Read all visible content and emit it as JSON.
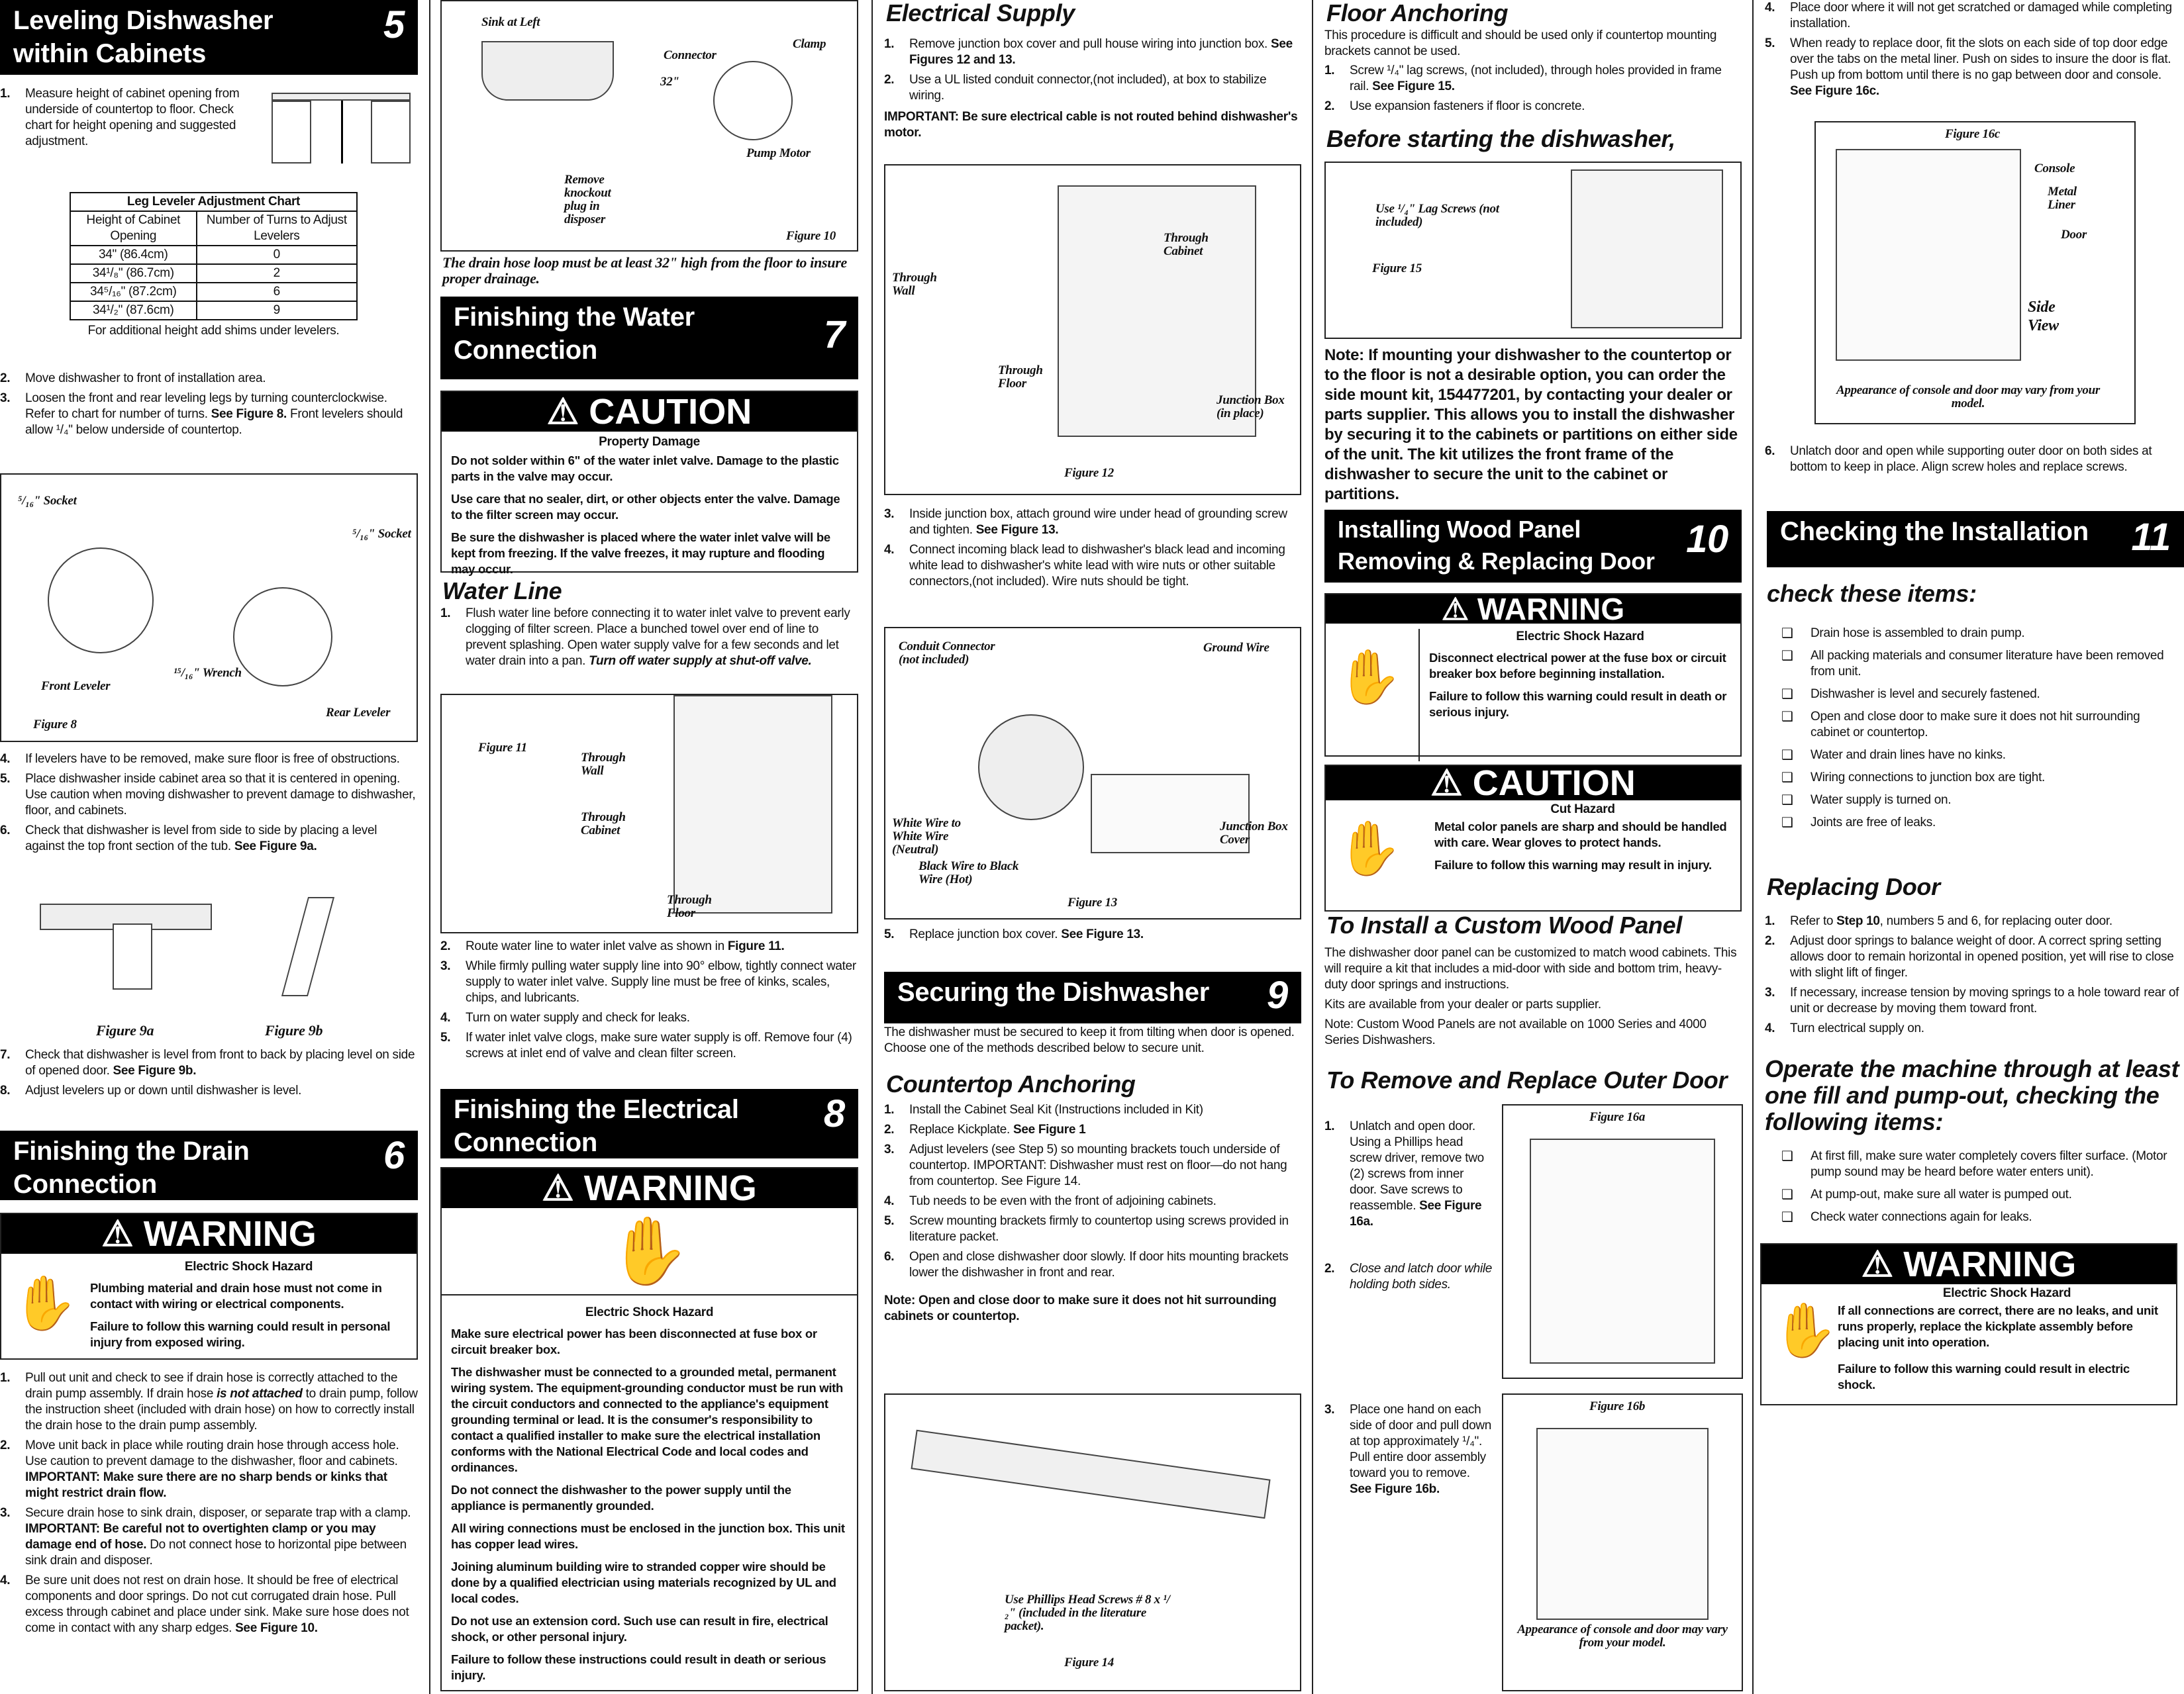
{
  "s5": {
    "title": "Leveling Dishwasher within Cabinets",
    "num": "5",
    "step1": {
      "n": "1.",
      "t": "Measure height of cabinet opening from underside of countertop to floor. Check chart for height opening and suggested adjustment."
    },
    "chart": {
      "title": "Leg Leveler Adjustment Chart",
      "col1": "Height of Cabinet Opening",
      "col2": "Number of Turns to Adjust Levelers",
      "rows": [
        [
          "34\" (86.4cm)",
          "0"
        ],
        [
          "34¹/₈\" (86.7cm)",
          "2"
        ],
        [
          "34⁵/₁₆\" (87.2cm)",
          "6"
        ],
        [
          "34¹/₂\" (87.6cm)",
          "9"
        ]
      ],
      "note": "For additional height add shims under levelers."
    },
    "stepsA": [
      {
        "n": "2.",
        "t": "Move dishwasher to front of installation area."
      },
      {
        "n": "3.",
        "t": "Loosen the front and rear leveling legs by turning counterclockwise. Refer to chart for number of turns. ",
        "b": "See Figure 8.",
        "t2": " Front levelers should allow ¹/₄\" below underside of countertop."
      }
    ],
    "fig8": {
      "l1": "⁵/₁₆\" Socket",
      "l2": "⁵/₁₆\" Socket",
      "l3": "¹⁵/₁₆\" Wrench",
      "l4": "Front Leveler",
      "l5": "Rear Leveler",
      "cap": "Figure 8"
    },
    "stepsB": [
      {
        "n": "4.",
        "t": "If levelers have to be removed, make sure floor is free of obstructions."
      },
      {
        "n": "5.",
        "t": "Place dishwasher inside cabinet area so that it is centered in opening. Use caution when moving dishwasher to prevent damage to dishwasher, floor, and cabinets."
      },
      {
        "n": "6.",
        "t": "Check that dishwasher is level from side to side by placing a level against the top front section of the tub. ",
        "b": "See Figure 9a."
      }
    ],
    "fig9a": "Figure 9a",
    "fig9b": "Figure 9b",
    "stepsC": [
      {
        "n": "7.",
        "t": "Check that dishwasher is level from front to back by placing level on side of opened door. ",
        "b": "See Figure 9b."
      },
      {
        "n": "8.",
        "t": "Adjust levelers up or down until dishwasher is level."
      }
    ]
  },
  "s6": {
    "title": "Finishing the Drain Connection",
    "num": "6",
    "warning": {
      "banner": "⚠ WARNING",
      "title": "Electric Shock Hazard",
      "p1": "Plumbing material and drain hose must not come in contact with wiring or electrical components.",
      "p2": "Failure to follow this warning could result in personal injury from exposed wiring."
    },
    "steps": [
      {
        "n": "1.",
        "t": "Pull out unit and check to see if drain hose is correctly attached to the drain pump assembly. If drain hose ",
        "b": "is not attached",
        "t2": " to drain pump, follow the instruction sheet (included with drain hose) on how to correctly install the drain hose to the drain pump assembly."
      },
      {
        "n": "2.",
        "t": "Move unit back in place while routing drain hose through access hole. Use caution to prevent damage to the dishwasher, floor and cabinets. ",
        "b": "IMPORTANT: Make sure there are no sharp bends or kinks that might restrict drain flow."
      },
      {
        "n": "3.",
        "t": "Secure drain hose to sink drain, disposer, or separate trap with a clamp. ",
        "b": "IMPORTANT:  Be careful not to overtighten clamp or you may damage end of hose.",
        "t2": " Do not connect hose to horizontal pipe between sink drain and disposer."
      },
      {
        "n": "4.",
        "t": "Be sure unit does not rest on drain hose. It should be free of electrical components and door springs. Do not cut corrugated drain hose.  Pull excess through cabinet and place under sink. Make sure hose does not come in contact with any sharp edges. ",
        "b": "See Figure 10."
      }
    ]
  },
  "fig10": {
    "l1": "Sink at Left",
    "l2": "Connector",
    "l3": "Clamp",
    "l4": "32\"",
    "l5": "Pump Motor",
    "l6": "Remove knockout plug in disposer",
    "cap": "Figure 10",
    "note": "The drain hose loop must be at least 32\" high from the floor to insure proper drainage."
  },
  "s7": {
    "title": "Finishing the Water Connection",
    "num": "7",
    "caution": {
      "banner": "⚠ CAUTION",
      "title": "Property Damage",
      "p": [
        "Do not solder within 6\" of the water inlet valve. Damage to the plastic parts in the valve may occur.",
        "Use care that no sealer, dirt, or other objects enter the valve. Damage to the filter screen may occur.",
        "Be sure the dishwasher is placed where the water inlet valve will be kept from freezing. If the valve freezes, it may rupture and flooding may occur."
      ]
    },
    "waterline": "Water Line",
    "step1": {
      "n": "1.",
      "t": "Flush water line before connecting it to water inlet valve to prevent early clogging of filter screen. Place a bunched towel over end of line to prevent splashing. Open water supply valve for a few seconds and let water drain into a pan. ",
      "b": "Turn off water supply  at shut-off valve."
    },
    "fig11": {
      "cap": "Figure 11",
      "l1": "Through Wall",
      "l2": "Through Cabinet",
      "l3": "Through Floor"
    },
    "steps": [
      {
        "n": "2.",
        "t": "Route water line to water inlet valve as shown in ",
        "b": "Figure 11."
      },
      {
        "n": "3.",
        "t": "While firmly pulling water supply line into 90° elbow, tightly connect water supply to water inlet valve. Supply line must be free of kinks, scales, chips, and lubricants."
      },
      {
        "n": "4.",
        "t": "Turn on water supply and check for leaks."
      },
      {
        "n": "5.",
        "t": "If water inlet valve clogs, make sure water supply is off. Remove four (4) screws at inlet end of valve and clean filter screen."
      }
    ]
  },
  "s8": {
    "title": "Finishing the Electrical Connection",
    "num": "8",
    "warning": {
      "banner": "⚠ WARNING",
      "title": "Electric Shock Hazard",
      "p": [
        "Make sure electrical power has been disconnected at fuse box or circuit breaker box.",
        "The dishwasher must be connected to a grounded metal, permanent wiring system. The equipment-grounding conductor must be run with the circuit conductors and connected to the appliance's equipment grounding terminal or lead. It is the consumer's responsibility to contact a qualified installer to make sure the electrical installation conforms with the National Electrical Code and local codes and ordinances.",
        "Do not connect the dishwasher to the power supply until the appliance is permanently grounded.",
        "All wiring connections must be enclosed in the junction box. This unit has copper lead wires.",
        "Joining aluminum building wire to stranded copper wire should be done by a qualified electrician using materials recognized by UL and local codes.",
        "Do not use an extension cord. Such use can result in fire, electrical shock, or other personal injury.",
        "Failure to follow these instructions could result in death or serious injury."
      ]
    }
  },
  "elec": {
    "title": "Electrical Supply",
    "steps": [
      {
        "n": "1.",
        "t": "Remove junction box cover and pull house wiring into junction box. ",
        "b": "See Figures 12 and 13."
      },
      {
        "n": "2.",
        "t": "Use a UL listed conduit connector,(not included), at box to stabilize wiring."
      }
    ],
    "important": "IMPORTANT:  Be sure electrical cable is not routed behind dishwasher's motor.",
    "fig12": {
      "l1": "Through Wall",
      "l2": "Through Cabinet",
      "l3": "Through Floor",
      "l4": "Junction Box (in place)",
      "cap": "Figure 12"
    },
    "steps2": [
      {
        "n": "3.",
        "t": "Inside junction box, attach ground wire under head of grounding screw and tighten. ",
        "b": "See Figure 13."
      },
      {
        "n": "4.",
        "t": "Connect incoming black lead to dishwasher's black lead and incoming white lead to dishwasher's white lead with wire nuts or other suitable connectors,(not included). Wire nuts should be tight."
      }
    ],
    "fig13": {
      "l1": "Conduit Connector (not included)",
      "l2": "Ground Wire",
      "l3": "White Wire to White Wire (Neutral)",
      "l4": "Black Wire to Black Wire (Hot)",
      "l5": "Junction Box Cover",
      "cap": "Figure 13"
    },
    "step5": {
      "n": "5.",
      "t": "Replace junction box cover. ",
      "b": "See Figure 13."
    }
  },
  "s9": {
    "title": "Securing the Dishwasher",
    "num": "9",
    "p": "The dishwasher must be secured to keep it from tilting when door is opened. Choose one of the methods described below to secure unit.",
    "counter": "Countertop Anchoring",
    "steps": [
      {
        "n": "1.",
        "t": "Install the Cabinet Seal Kit (Instructions included in Kit)"
      },
      {
        "n": "2.",
        "t": "Replace Kickplate. ",
        "b": "See Figure 1"
      },
      {
        "n": "3.",
        "t": "Adjust levelers (see Step 5)  so mounting brackets touch underside of countertop. IMPORTANT: Dishwasher must rest on floor—do not hang from countertop. See Figure 14."
      },
      {
        "n": "4.",
        "t": "Tub needs to be even with the front of adjoining cabinets."
      },
      {
        "n": "5.",
        "t": "Screw mounting brackets firmly to countertop using screws provided in literature packet."
      },
      {
        "n": "6.",
        "t": "Open and close dishwasher door slowly. If door hits mounting brackets lower the dishwasher in front and rear."
      }
    ],
    "note": "Note:   Open and close door to make sure it does not hit surrounding cabinets or countertop.",
    "fig14": {
      "l1": "Use Phillips Head Screws # 8 x ¹/₂\" (included in the literature packet).",
      "cap": "Figure 14"
    }
  },
  "floor": {
    "title": "Floor Anchoring",
    "p": "This procedure is difficult and should be used only if countertop mounting brackets cannot be used.",
    "steps": [
      {
        "n": "1.",
        "t": "Screw ¹/₄\" lag screws, (not included), through holes provided in frame rail. ",
        "b": "See Figure 15."
      },
      {
        "n": "2.",
        "t": "Use expansion fasteners if floor is concrete."
      }
    ],
    "before": "Before starting the dishwasher,",
    "fig15": {
      "l1": "Use ¹/₄\" Lag Screws (not included)",
      "cap": "Figure 15"
    },
    "note": "Note:  If mounting your dishwasher to the countertop or to the floor is not a desirable option, you can order the side mount kit, 154477201, by contacting your dealer or parts supplier.  This allows you to install the dishwasher by securing it to the cabinets or partitions on either side of the unit.  The kit utilizes the front frame of the dishwasher to secure the unit to the cabinet or partitions."
  },
  "s10": {
    "title": "Installing Wood Panel Removing & Replacing Door",
    "num": "10",
    "warning": {
      "banner": "⚠ WARNING",
      "title": "Electric Shock Hazard",
      "p1": "Disconnect electrical power at the fuse box or circuit breaker box before beginning installation.",
      "p2": "Failure to follow this warning could result in death or serious injury."
    },
    "caution": {
      "banner": "⚠ CAUTION",
      "title": "Cut Hazard",
      "p1": "Metal color panels are sharp and should be handled with care. Wear gloves to protect hands.",
      "p2": "Failure to follow this warning may result in injury."
    },
    "custom": "To Install a Custom Wood Panel",
    "cp": [
      "The dishwasher door panel can be customized to match wood cabinets. This will require a kit that includes a mid-door with side and bottom trim, heavy-duty door springs and instructions.",
      "Kits are available from your dealer or parts supplier.",
      "Note:  Custom Wood Panels are not available on 1000 Series and 4000 Series Dishwashers."
    ],
    "remove": "To Remove and Replace Outer Door",
    "r1": {
      "n": "1.",
      "t": "Unlatch and open door. Using a Phillips head screw driver, remove two (2) screws from inner door. Save screws to reassemble. ",
      "b": "See Figure 16a."
    },
    "r2": {
      "n": "2.",
      "t": "Close and latch door while holding both sides."
    },
    "r3": {
      "n": "3.",
      "t": "Place one hand on each side of door and pull down at top approximately ¹/₄\". Pull entire door assembly toward you to remove. ",
      "b": "See Figure 16b."
    },
    "fig16a": "Figure 16a",
    "fig16b": "Figure 16b",
    "fig16bnote": "Appearance of console and door may vary from your model.",
    "r45": [
      {
        "n": "4.",
        "t": "Place door where it will not get scratched or damaged while completing installation."
      },
      {
        "n": "5.",
        "t": "When ready to replace door, fit the slots on each side of top door edge over the tabs on the metal liner. Push on sides to insure the door is flat. Push up from bottom until there is no gap between door and console.  ",
        "b": "See Figure 16c."
      }
    ],
    "fig16c": {
      "cap": "Figure 16c",
      "l1": "Console",
      "l2": "Metal Liner",
      "l3": "Door",
      "l4": "Side View",
      "note": "Appearance of console and door may vary from your model."
    },
    "r6": {
      "n": "6.",
      "t": "Unlatch door and open while supporting outer door on both sides at bottom to keep in place. Align screw holes and replace screws."
    }
  },
  "s11": {
    "title": "Checking the Installation",
    "num": "11",
    "check": "check these items:",
    "items": [
      "Drain hose is assembled to drain pump.",
      "All packing materials and consumer literature have been removed from unit.",
      "Dishwasher is level and securely fastened.",
      "Open and close door to make sure it does not hit surrounding cabinet or countertop.",
      "Water and drain lines have no kinks.",
      "Wiring connections to junction box are tight.",
      "Water supply is turned on.",
      "Joints are free of leaks."
    ],
    "replacing": "Replacing Door",
    "rsteps": [
      {
        "n": "1.",
        "t": "Refer to ",
        "b": "Step 10",
        "t2": ", numbers 5 and 6, for replacing outer door."
      },
      {
        "n": "2.",
        "t": "Adjust door springs to balance weight of door. A correct spring setting allows door to remain horizontal in opened position, yet will rise to close with slight lift of finger."
      },
      {
        "n": "3.",
        "t": "If necessary, increase tension by moving springs to a hole toward rear of unit or decrease by moving them toward front."
      },
      {
        "n": "4.",
        "t": "Turn electrical supply on."
      }
    ],
    "operate": "Operate the machine through at least one fill and pump-out, checking the following items:",
    "items2": [
      "At first fill, make sure water completely covers filter surface. (Motor pump sound may be heard before water enters unit).",
      "At pump-out, make sure all water is pumped out.",
      "Check water connections again for leaks."
    ],
    "warning": {
      "banner": "⚠ WARNING",
      "title": "Electric Shock Hazard",
      "p1": "If all connections are correct, there are no leaks, and unit runs properly, replace the kickplate assembly before placing unit into operation.",
      "p2": "Failure to follow this warning could result in electric shock."
    }
  },
  "icons": {
    "checkbox": "❑",
    "hand": "✋"
  }
}
